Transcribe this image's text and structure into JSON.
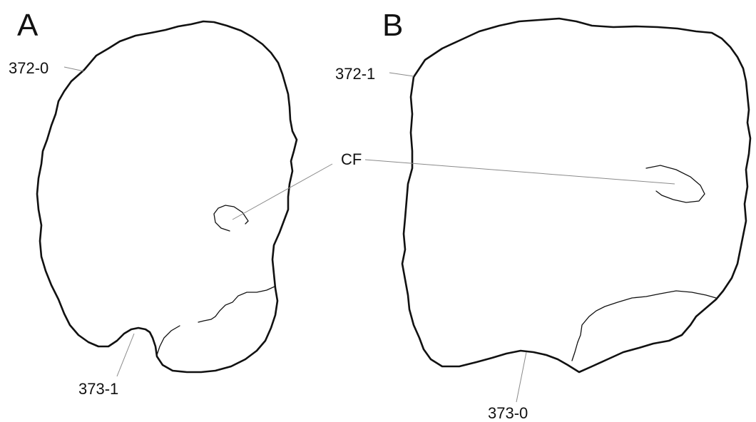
{
  "panels": [
    {
      "letter": "A",
      "labels": {
        "top": "372-0",
        "bottom": "373-1"
      }
    },
    {
      "letter": "B",
      "labels": {
        "top": "372-1",
        "bottom": "373-0"
      }
    }
  ],
  "shared_label": "CF",
  "colors": {
    "ink": "#111111",
    "leader": "#8a8a8a",
    "background": "#ffffff"
  }
}
